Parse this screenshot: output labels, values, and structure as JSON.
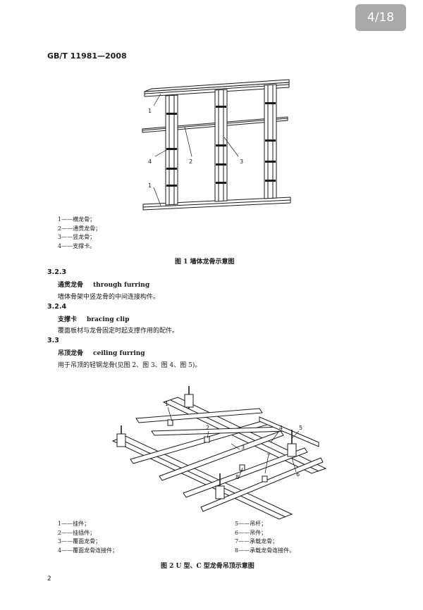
{
  "viewer": {
    "page_indicator": "4/18"
  },
  "document": {
    "standard": "GB/T 11981—2008",
    "page_number": "2",
    "figure1": {
      "callouts": [
        "1",
        "2",
        "3",
        "4",
        "1"
      ],
      "legend": [
        "1——横龙骨；",
        "2——通贯龙骨；",
        "3——竖龙骨；",
        "4——支撑卡。"
      ],
      "caption": "图 1  墙体龙骨示意图"
    },
    "sections": [
      {
        "number": "3.2.3",
        "term_cn": "通贯龙骨",
        "term_en": "through furring",
        "definition": "墙体骨架中竖龙骨的中间连接构件。"
      },
      {
        "number": "3.2.4",
        "term_cn": "支撑卡",
        "term_en": "bracing clip",
        "definition": "覆面板材与龙骨固定时起支撑作用的配件。"
      },
      {
        "number": "3.3",
        "term_cn": "吊顶龙骨",
        "term_en": "ceiling furring",
        "definition": "用于吊顶的轻钢龙骨(见图 2、图 3、图 4、图 5)。"
      }
    ],
    "figure2": {
      "callouts": [
        "1",
        "2",
        "3",
        "4",
        "5",
        "6",
        "7",
        "8"
      ],
      "legend_left": [
        "1——挂件；",
        "2——挂插件；",
        "3——覆面龙骨；",
        "4——覆面龙骨连接件；"
      ],
      "legend_right": [
        "5——吊杆；",
        "6——吊件；",
        "7——承载龙骨；",
        "8——承载龙骨连接件。"
      ],
      "caption": "图 2  U 型、C 型龙骨吊顶示意图"
    }
  }
}
